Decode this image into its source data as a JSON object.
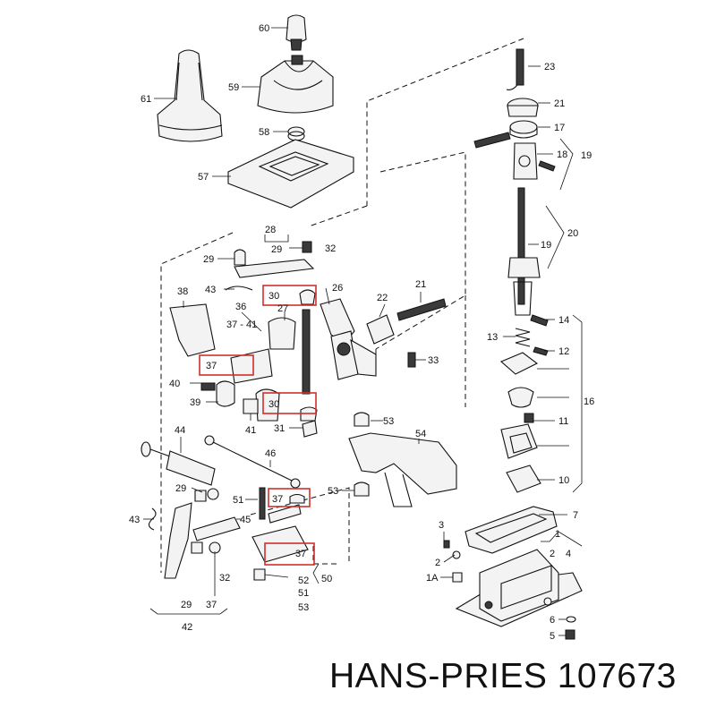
{
  "footer": {
    "brand": "HANS-PRIES",
    "part_number": "107673"
  },
  "callouts": [
    {
      "id": "c60",
      "text": "60"
    },
    {
      "id": "c61",
      "text": "61"
    },
    {
      "id": "c59",
      "text": "59"
    },
    {
      "id": "c58",
      "text": "58"
    },
    {
      "id": "c57",
      "text": "57"
    },
    {
      "id": "c23",
      "text": "23"
    },
    {
      "id": "c21a",
      "text": "21"
    },
    {
      "id": "c17",
      "text": "17"
    },
    {
      "id": "c18",
      "text": "18"
    },
    {
      "id": "c19a",
      "text": "19"
    },
    {
      "id": "c20",
      "text": "20"
    },
    {
      "id": "c19b",
      "text": "19"
    },
    {
      "id": "c28",
      "text": "28"
    },
    {
      "id": "c29a",
      "text": "29"
    },
    {
      "id": "c29b",
      "text": "29"
    },
    {
      "id": "c32a",
      "text": "32"
    },
    {
      "id": "c43a",
      "text": "43"
    },
    {
      "id": "c30a",
      "text": "30"
    },
    {
      "id": "c26",
      "text": "26"
    },
    {
      "id": "c38",
      "text": "38"
    },
    {
      "id": "c36",
      "text": "36"
    },
    {
      "id": "c37_41",
      "text": "37 - 41"
    },
    {
      "id": "c27",
      "text": "27"
    },
    {
      "id": "c22",
      "text": "22"
    },
    {
      "id": "c21b",
      "text": "21"
    },
    {
      "id": "c14",
      "text": "14"
    },
    {
      "id": "c13",
      "text": "13"
    },
    {
      "id": "c12",
      "text": "12"
    },
    {
      "id": "c33",
      "text": "33"
    },
    {
      "id": "c37a",
      "text": "37"
    },
    {
      "id": "c40",
      "text": "40"
    },
    {
      "id": "c30b",
      "text": "30"
    },
    {
      "id": "c16",
      "text": "16"
    },
    {
      "id": "c39",
      "text": "39"
    },
    {
      "id": "c41",
      "text": "41"
    },
    {
      "id": "c11",
      "text": "11"
    },
    {
      "id": "c31",
      "text": "31"
    },
    {
      "id": "c53a",
      "text": "53"
    },
    {
      "id": "c44",
      "text": "44"
    },
    {
      "id": "c54",
      "text": "54"
    },
    {
      "id": "c46",
      "text": "46"
    },
    {
      "id": "c10",
      "text": "10"
    },
    {
      "id": "c29c",
      "text": "29"
    },
    {
      "id": "c51",
      "text": "51"
    },
    {
      "id": "c37b",
      "text": "37"
    },
    {
      "id": "c53b",
      "text": "53"
    },
    {
      "id": "c43b",
      "text": "43"
    },
    {
      "id": "c45",
      "text": "45"
    },
    {
      "id": "c7",
      "text": "7"
    },
    {
      "id": "c3",
      "text": "3"
    },
    {
      "id": "c1",
      "text": "1"
    },
    {
      "id": "c4",
      "text": "4"
    },
    {
      "id": "c2a",
      "text": "2"
    },
    {
      "id": "c2b",
      "text": "2"
    },
    {
      "id": "c37c",
      "text": "37"
    },
    {
      "id": "c32b",
      "text": "32"
    },
    {
      "id": "c1A",
      "text": "1A"
    },
    {
      "id": "c52",
      "text": "52"
    },
    {
      "id": "c50",
      "text": "50"
    },
    {
      "id": "c51b",
      "text": "51"
    },
    {
      "id": "c53c",
      "text": "53"
    },
    {
      "id": "c6",
      "text": "6"
    },
    {
      "id": "c5",
      "text": "5"
    },
    {
      "id": "c29d",
      "text": "29"
    },
    {
      "id": "c37d",
      "text": "37"
    },
    {
      "id": "c42",
      "text": "42"
    }
  ]
}
